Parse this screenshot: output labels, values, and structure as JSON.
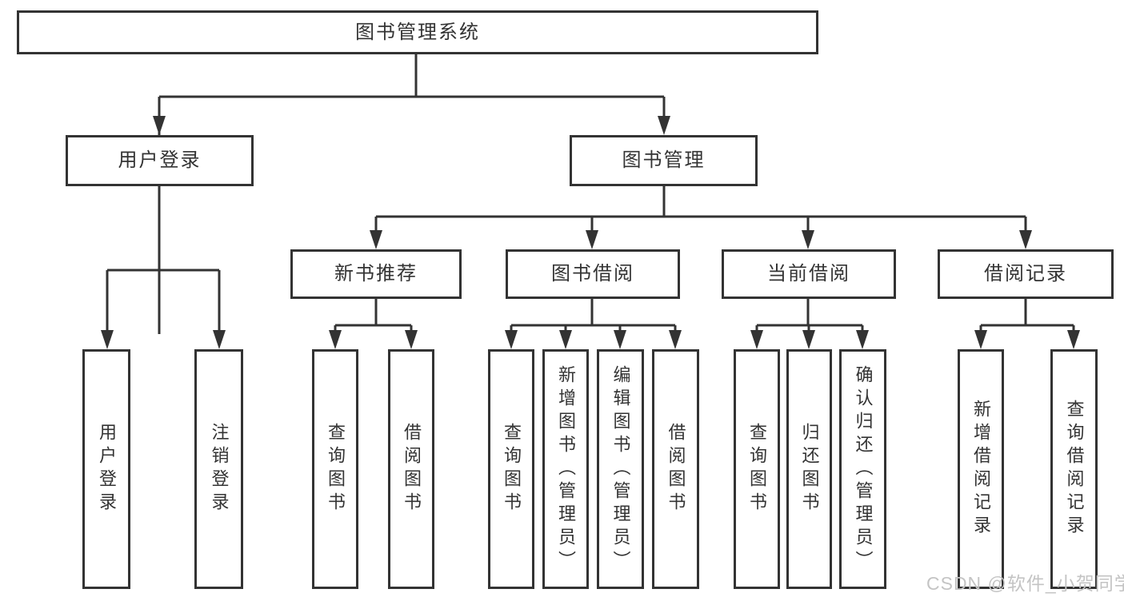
{
  "diagram": {
    "root": {
      "label": "图书管理系统"
    },
    "branches": [
      {
        "label": "用户登录",
        "children": [
          {
            "label": "用户登录"
          },
          {
            "label": "注销登录"
          }
        ]
      },
      {
        "label": "图书管理",
        "children": [
          {
            "label": "新书推荐",
            "children": [
              {
                "label": "查询图书"
              },
              {
                "label": "借阅图书"
              }
            ]
          },
          {
            "label": "图书借阅",
            "children": [
              {
                "label": "查询图书"
              },
              {
                "label": "新增图书（管理员）"
              },
              {
                "label": "编辑图书（管理员）"
              },
              {
                "label": "借阅图书"
              }
            ]
          },
          {
            "label": "当前借阅",
            "children": [
              {
                "label": "查询图书"
              },
              {
                "label": "归还图书"
              },
              {
                "label": "确认归还（管理员）"
              }
            ]
          },
          {
            "label": "借阅记录",
            "children": [
              {
                "label": "新增借阅记录"
              },
              {
                "label": "查询借阅记录"
              }
            ]
          }
        ]
      }
    ]
  },
  "watermark": {
    "text": "CSDN @软件_小贺同学",
    "color": "#c4c4c4"
  },
  "colors": {
    "line": "#333333",
    "border": "#333333",
    "text": "#333333",
    "background": "#ffffff"
  }
}
